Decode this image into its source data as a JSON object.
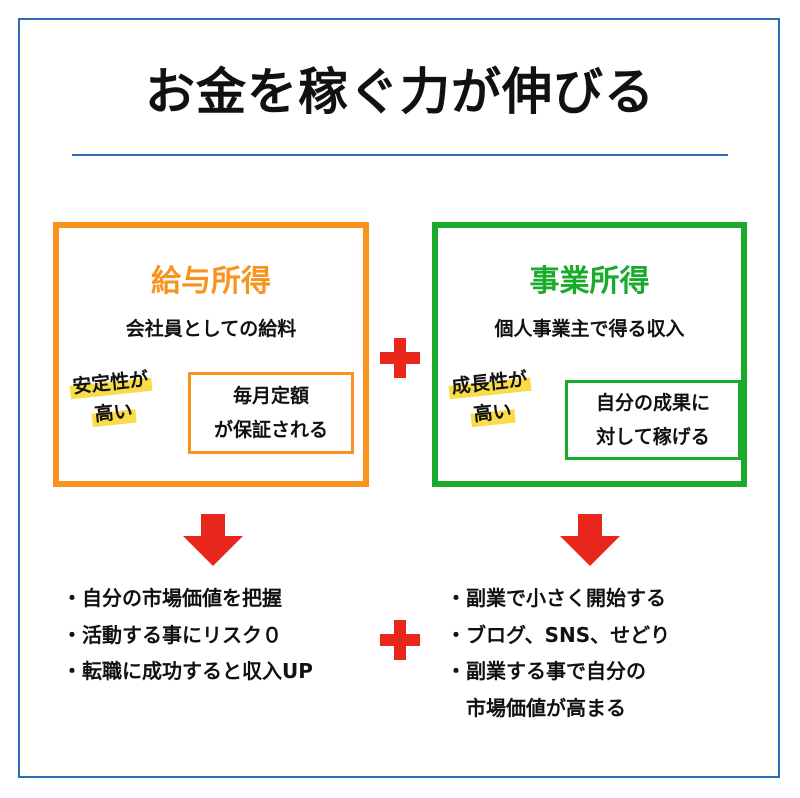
{
  "title": "お金を稼ぐ力が伸びる",
  "colors": {
    "frame": "#2a6fb5",
    "orange": "#f7931e",
    "green": "#1aab2c",
    "red": "#e8261b",
    "highlight": "#f9dc4a"
  },
  "left": {
    "heading": "給与所得",
    "subtitle": "会社員としての給料",
    "highlight": [
      "安定性が",
      "高い"
    ],
    "note": [
      "毎月定額",
      "が保証される"
    ],
    "bullets": [
      "・自分の市場価値を把握",
      "・活動する事にリスク０",
      "・転職に成功すると収入UP"
    ]
  },
  "right": {
    "heading": "事業所得",
    "subtitle": "個人事業主で得る収入",
    "highlight": [
      "成長性が",
      "高い"
    ],
    "note": [
      "自分の成果に",
      "対して稼げる"
    ],
    "bullets": [
      "・副業で小さく開始する",
      "・ブログ、SNS、せどり",
      "・副業する事で自分の",
      "　市場価値が高まる"
    ]
  }
}
